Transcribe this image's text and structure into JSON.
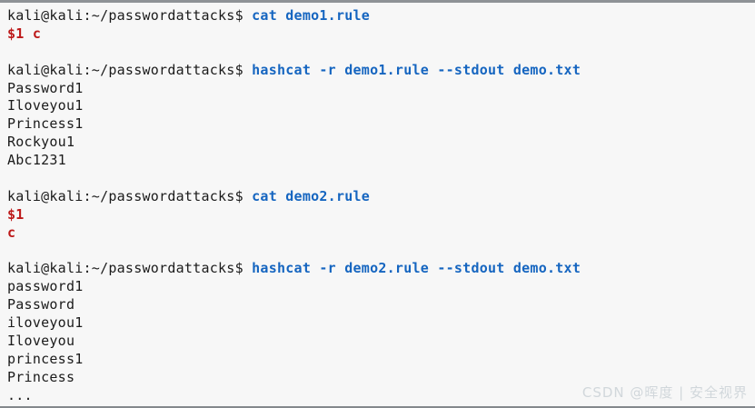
{
  "palette": {
    "background": "#f7f7f7",
    "border_top": "#8e9296",
    "border_bottom": "#84888c",
    "foreground": "#1b1b1b",
    "command_blue": "#1565c0",
    "rule_red": "#bd1a1a",
    "watermark_gray": "#d1d7db"
  },
  "terminal": {
    "prompt": "kali@kali:~/passwordattacks$",
    "lines": [
      {
        "kind": "command",
        "command": "cat demo1.rule"
      },
      {
        "kind": "rule",
        "text": "$1 c"
      },
      {
        "kind": "blank"
      },
      {
        "kind": "command",
        "command": "hashcat -r demo1.rule --stdout demo.txt"
      },
      {
        "kind": "output",
        "text": "Password1"
      },
      {
        "kind": "output",
        "text": "Iloveyou1"
      },
      {
        "kind": "output",
        "text": "Princess1"
      },
      {
        "kind": "output",
        "text": "Rockyou1"
      },
      {
        "kind": "output",
        "text": "Abc1231"
      },
      {
        "kind": "blank"
      },
      {
        "kind": "command",
        "command": "cat demo2.rule"
      },
      {
        "kind": "rule",
        "text": "$1"
      },
      {
        "kind": "rule",
        "text": "c"
      },
      {
        "kind": "blank"
      },
      {
        "kind": "command",
        "command": "hashcat -r demo2.rule --stdout demo.txt"
      },
      {
        "kind": "output",
        "text": "password1"
      },
      {
        "kind": "output",
        "text": "Password"
      },
      {
        "kind": "output",
        "text": "iloveyou1"
      },
      {
        "kind": "output",
        "text": "Iloveyou"
      },
      {
        "kind": "output",
        "text": "princess1"
      },
      {
        "kind": "output",
        "text": "Princess"
      },
      {
        "kind": "output",
        "text": "..."
      }
    ]
  },
  "watermark": {
    "text": "CSDN @晖度 | 安全视界"
  }
}
